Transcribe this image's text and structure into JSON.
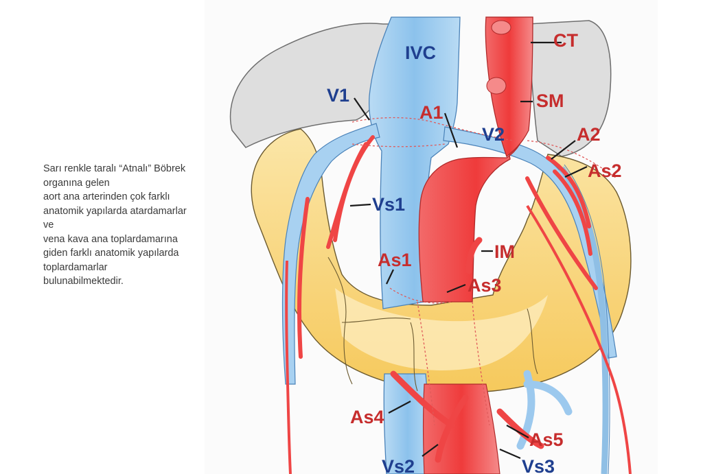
{
  "caption_lines": [
    "Sarı renkle taralı “Atnalı” Böbrek",
    "organına gelen",
    "aort ana arterinden çok farklı",
    "anatomik yapılarda atardamarlar",
    "ve",
    "vena kava ana toplardamarına",
    "giden farklı anatomik yapılarda",
    "toplardamarlar",
    "bulunabilmektedir."
  ],
  "diagram": {
    "labels": {
      "ivc": "IVC",
      "ct": "CT",
      "v1": "V1",
      "sm": "SM",
      "a1": "A1",
      "v2": "V2",
      "a2": "A2",
      "as2": "As2",
      "vs1": "Vs1",
      "im": "IM",
      "as1": "As1",
      "as3": "As3",
      "as4": "As4",
      "as5": "As5",
      "vs2": "Vs2",
      "vs3": "Vs3"
    }
  },
  "colors": {
    "kidney_yellow": "#f9dc8a",
    "vein_blue": "#9fcbee",
    "artery_red": "#ee4a4a",
    "organ_gray": "#dcdcdc",
    "label_blue": "#1f3f8f",
    "label_red": "#c62d2d"
  }
}
